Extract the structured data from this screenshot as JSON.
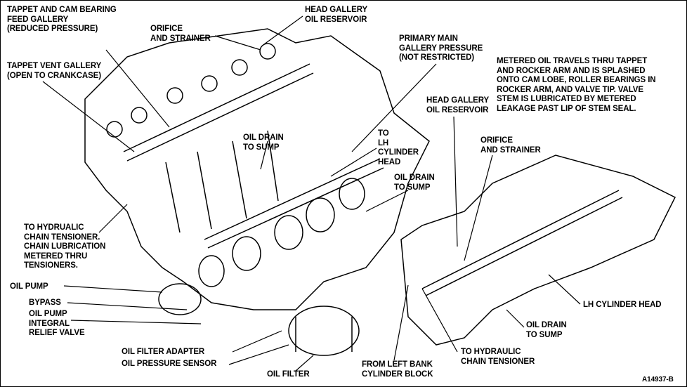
{
  "labels": {
    "tappet_cam_feed": [
      "TAPPET AND CAM BEARING",
      "FEED GALLERY",
      "(REDUCED PRESSURE)"
    ],
    "orifice_strainer_1": [
      "ORIFICE",
      "AND STRAINER"
    ],
    "head_gallery_1": [
      "HEAD GALLERY",
      "OIL RESERVOIR"
    ],
    "primary_main": [
      "PRIMARY MAIN",
      "GALLERY PRESSURE",
      "(NOT RESTRICTED)"
    ],
    "tappet_vent": [
      "TAPPET VENT GALLERY",
      "(OPEN TO CRANKCASE)"
    ],
    "metered_oil": [
      "METERED OIL TRAVELS THRU TAPPET",
      "AND ROCKER ARM AND IS SPLASHED",
      "ONTO CAM LOBE, ROLLER BEARINGS IN",
      "ROCKER ARM, AND VALVE TIP. VALVE",
      "STEM IS LUBRICATED BY METERED",
      "LEAKAGE PAST LIP OF STEM SEAL."
    ],
    "head_gallery_2": [
      "HEAD GALLERY",
      "OIL RESERVOIR"
    ],
    "oil_drain_1": [
      "OIL DRAIN",
      "TO SUMP"
    ],
    "to_lh_head": [
      "TO",
      "LH",
      "CYLINDER",
      "HEAD"
    ],
    "orifice_strainer_2": [
      "ORIFICE",
      "AND STRAINER"
    ],
    "oil_drain_2": [
      "OIL DRAIN",
      "TO SUMP"
    ],
    "hydraulic_tensioner": [
      "TO HYDRUALIC",
      "CHAIN TENSIONER.",
      "CHAIN LUBRICATION",
      "METERED THRU",
      "TENSIONERS."
    ],
    "oil_pump": [
      "OIL PUMP"
    ],
    "bypass": [
      "BYPASS"
    ],
    "relief_valve": [
      "OIL PUMP",
      "INTEGRAL",
      "RELIEF VALVE"
    ],
    "lh_cylinder_head": [
      "LH CYLINDER HEAD"
    ],
    "oil_drain_3": [
      "OIL DRAIN",
      "TO SUMP"
    ],
    "oil_filter_adapter": [
      "OIL FILTER ADAPTER"
    ],
    "oil_pressure_sensor": [
      "OIL PRESSURE SENSOR"
    ],
    "oil_filter": [
      "OIL FILTER"
    ],
    "from_left_bank": [
      "FROM LEFT BANK",
      "CYLINDER BLOCK"
    ],
    "to_hydraulic_2": [
      "TO HYDRAULIC",
      "CHAIN TENSIONER"
    ]
  },
  "figure_id": "A14937-B"
}
